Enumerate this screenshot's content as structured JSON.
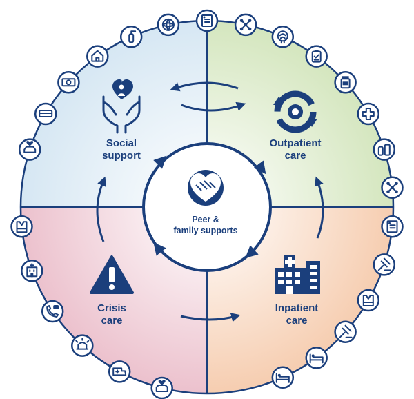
{
  "center": {
    "line1": "Peer &",
    "line2": "family supports"
  },
  "quadrants": {
    "social": {
      "line1": "Social",
      "line2": "support"
    },
    "outpatient": {
      "line1": "Outpatient",
      "line2": "care"
    },
    "crisis": {
      "line1": "Crisis",
      "line2": "care"
    },
    "inpatient": {
      "line1": "Inpatient",
      "line2": "care"
    }
  },
  "colors": {
    "navy": "#1b3f7c",
    "social_bg": "#d6e7f3",
    "outpatient_bg": "#d4e6be",
    "crisis_bg": "#ecc1cd",
    "inpatient_bg": "#f6cdb0"
  },
  "ring_icons": [
    "car-heart-icon",
    "bus-icon",
    "money-icon",
    "house-icon",
    "fire-extinguisher-icon",
    "globe-icon",
    "form-person-icon",
    "network-icon",
    "brain-gear-icon",
    "clipboard-icon",
    "pill-bottle-icon",
    "medical-cross-icon",
    "medications-icon",
    "network-icon",
    "form-person-icon",
    "gavel-icon",
    "safety-vest-icon",
    "gavel-icon",
    "hospital-bed-icon",
    "hospital-bed-icon",
    "ambulance-heart-icon",
    "ambulance-icon",
    "siren-icon",
    "phone-chat-icon",
    "hospital-building-icon",
    "safety-vest-icon"
  ]
}
